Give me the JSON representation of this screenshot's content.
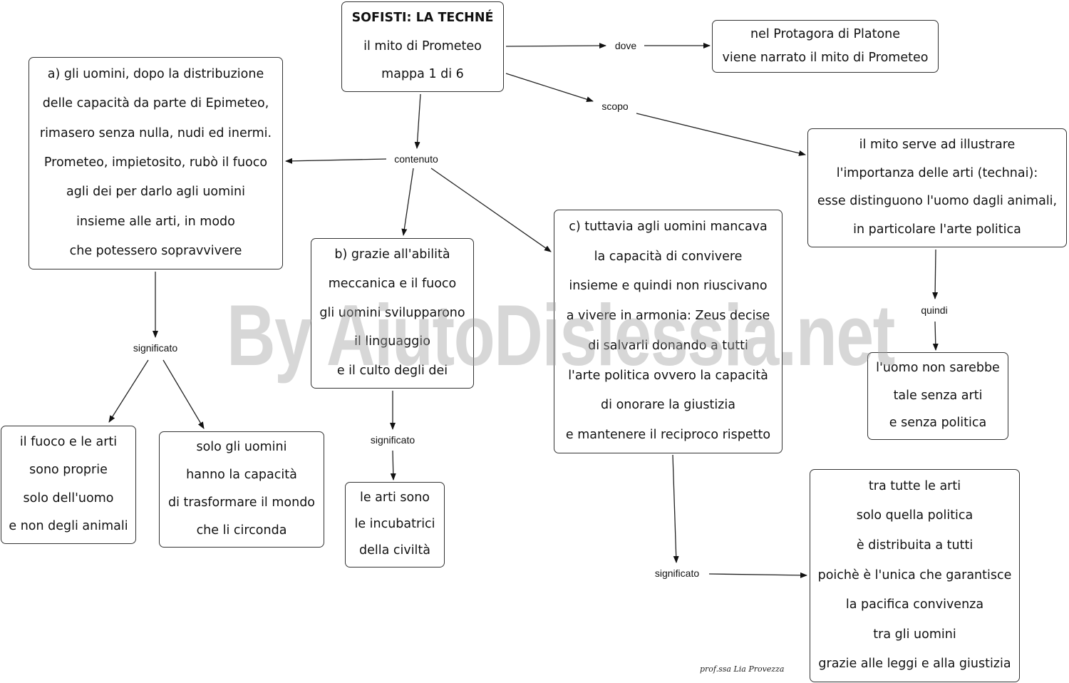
{
  "nodes": {
    "title": [
      "SOFISTI: LA TECHNÉ",
      "il mito di Prometeo",
      "mappa 1 di 6"
    ],
    "dove": [
      "nel Protagora di Platone",
      "viene narrato il mito di Prometeo"
    ],
    "scopo": [
      "il mito serve ad illustrare",
      "l'importanza delle arti (technai):",
      "esse distinguono l'uomo dagli animali,",
      "in particolare l'arte politica"
    ],
    "a": [
      "a) gli uomini, dopo la distribuzione",
      "delle capacità da parte di Epimeteo,",
      "rimasero senza nulla, nudi ed inermi.",
      "Prometeo, impietosito, rubò il fuoco",
      "agli dei per darlo agli uomini",
      "insieme alle arti, in modo",
      "che potessero sopravvivere"
    ],
    "b": [
      "b) grazie all'abilità",
      "meccanica e il fuoco",
      "gli uomini svilupparono",
      "il linguaggio",
      "e  il culto degli dei"
    ],
    "c": [
      "c) tuttavia agli uomini mancava",
      "la capacità di convivere",
      "insieme e quindi non riuscivano",
      "a vivere in armonia: Zeus decise",
      "di salvarli donando a tutti",
      "l'arte politica ovvero la capacità",
      "di onorare la giustizia",
      "e mantenere il reciproco rispetto"
    ],
    "quindi_result": [
      "l'uomo non sarebbe",
      "tale senza arti",
      "e senza politica"
    ],
    "a_sig1": [
      "il fuoco e le arti",
      "sono proprie",
      "solo dell'uomo",
      "e non degli animali"
    ],
    "a_sig2": [
      "solo gli uomini",
      "hanno la capacità",
      "di trasformare il mondo",
      "che li circonda"
    ],
    "b_sig": [
      "le arti sono",
      "le incubatrici",
      "della civiltà"
    ],
    "c_sig": [
      "tra tutte le arti",
      "solo quella politica",
      "è distribuita a tutti",
      "poichè è l'unica che garantisce",
      "la pacifica convivenza",
      "tra gli uomini",
      "grazie alle leggi e alla giustizia"
    ]
  },
  "link_labels": {
    "dove": "dove",
    "scopo": "scopo",
    "contenuto": "contenuto",
    "quindi": "quindi",
    "significato_a": "significato",
    "significato_b": "significato",
    "significato_c": "significato"
  },
  "watermark": "By AiutoDislessia.net",
  "signature": "prof.ssa Lia Provezza"
}
